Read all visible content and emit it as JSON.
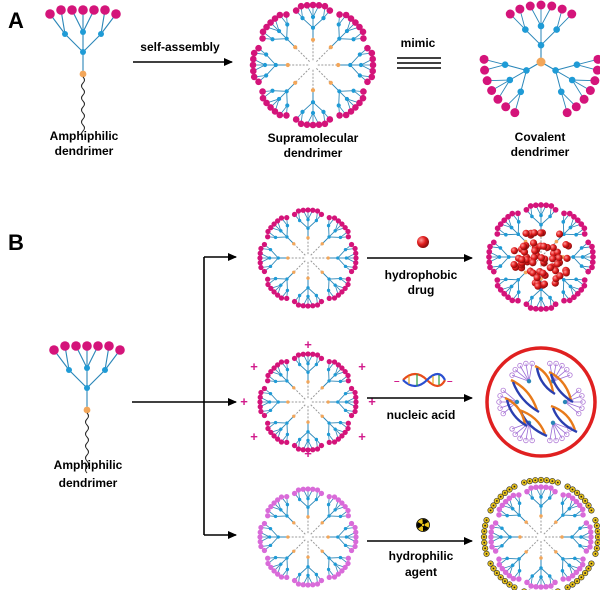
{
  "panels": {
    "a_label": "A",
    "b_label": "B"
  },
  "panel_a": {
    "amphiphilic": [
      "Amphiphilic",
      "dendrimer"
    ],
    "arrow_label": "self-assembly",
    "supramolecular": [
      "Supramolecular",
      "dendrimer"
    ],
    "mimic_label": "mimic",
    "covalent": [
      "Covalent",
      "dendrimer"
    ]
  },
  "panel_b": {
    "amphiphilic": [
      "Amphiphilic",
      "dendrimer"
    ],
    "branches": [
      {
        "label": [
          "hydrophobic",
          "drug"
        ],
        "cargo_icon": "red-sphere-icon"
      },
      {
        "label": [
          "nucleic acid"
        ],
        "cargo_icon": "dna-helix-icon"
      },
      {
        "label": [
          "hydrophilic",
          "agent"
        ],
        "cargo_icon": "radiation-icon"
      }
    ]
  },
  "colors": {
    "shell": "#d4147a",
    "shell_light": "#d96bd9",
    "branch_node": "#1f9bd6",
    "core": "#f2a65a",
    "drug": "#e11d1d",
    "nanoparticle_ring": "#e02020",
    "agent": "#e8c21a"
  }
}
